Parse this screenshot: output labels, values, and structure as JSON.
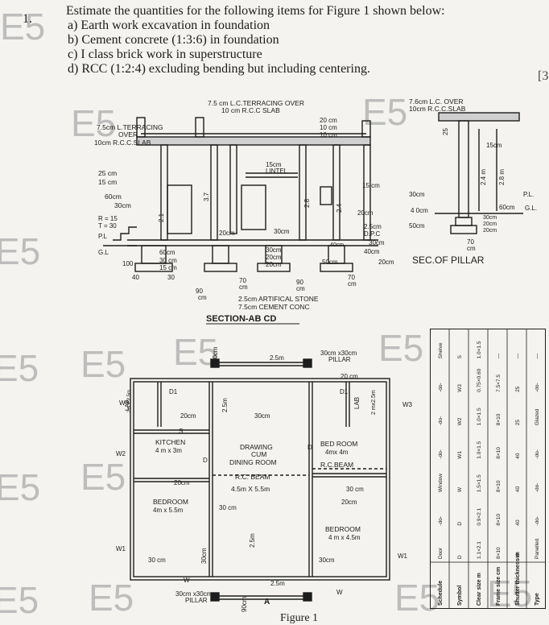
{
  "question": {
    "number": "1.",
    "stem": "Estimate the quantities for the following items for Figure 1 shown below:",
    "items": [
      "a) Earth work excavation in foundation",
      "b) Cement concrete (1:3:6) in foundation",
      "c) I class brick work in superstructure",
      "d) RCC (1:2:4) excluding bending but including centering."
    ],
    "bracket": "[3"
  },
  "watermark": "E5",
  "section": {
    "title": "SECTION-AB CD",
    "roof_note_1": "7.5 cm L.C.TERRACING OVER",
    "roof_note_2": "10 cm R.C.C SLAB",
    "left_note_1": "7.5cm L.TERRACING",
    "left_note_2": "OVER",
    "left_note_3": "10cm R.C.C.SLAB",
    "d20": "20 cm",
    "d10a": "10 cm",
    "d10b": "10 cm",
    "lintel_1": "15cm",
    "lintel_2": "LINTEL",
    "d25": "25 cm",
    "d15": "15 cm",
    "d60": "60cm",
    "d30": "30cm",
    "r15": "R = 15",
    "t30": "T = 30",
    "pl": "P.L",
    "gl": "G.L",
    "h37": "3.7",
    "h21": "2.1",
    "h28": "2.8",
    "h24": "2.4",
    "d15r": "15 cm",
    "d20r": "20cm",
    "d25r": "2.5cm",
    "dpc": "D.P.C",
    "d30r": "30cm",
    "d40r": "40cm",
    "d20b": "20cm",
    "d50": "50cm",
    "d40c": "40cm",
    "f60": "60cm",
    "f30": "30 cm",
    "f15": "15 cm",
    "f100": "100",
    "f40": "40",
    "f30b": "30",
    "b90a": "90",
    "b70a": "70",
    "b90b": "90",
    "b70b": "70",
    "cm": "cm",
    "stone": "2.5cm ARTIFICAL STONE",
    "conc": "7.5cm CEMENT CONC",
    "d20m": "20cm",
    "d30m": "30cm",
    "d30n": "30cm",
    "d20n": "20cm",
    "d20o": "20cm"
  },
  "pillar": {
    "title": "SEC.OF PILLAR",
    "note_1": "7.6cm L.C. OVER",
    "note_2": "10cm R.C.C.SLAB",
    "d25": "25",
    "d15": "15cm",
    "h24": "2.4 m",
    "h28": "2.8 m",
    "d30": "30cm",
    "d40": "4 0cm",
    "d50": "50cm",
    "pl": "P.L.",
    "gl": "G.L.",
    "d60": "60cm",
    "f30": "30cm",
    "f20a": "20cm",
    "f20b": "20cm",
    "f70": "70",
    "cm": "cm"
  },
  "plan": {
    "d90": "90cm",
    "d25m": "2.5m",
    "pillar_top_1": "30cm x30cm",
    "pillar_top_2": "PILLAR",
    "d20cm": "20 cm",
    "lab_left": "LAB.",
    "lab_left_size": "2m x 2.5m",
    "d20a": "20cm",
    "d30a": "30cm",
    "d25b": "2.5m",
    "kitchen": "KITCHEN",
    "kitchen_size": "4 m x 3m",
    "drawing_1": "DRAWING",
    "drawing_2": "CUM",
    "drawing_3": "DINING ROOM",
    "beam_1": "R.C. BEAM",
    "dining_size": "4.5m X 5.5m",
    "bed1": "BED ROOM",
    "bed1_size": "4mx 4m",
    "beam_2": "R.C.BEAM",
    "lab_right": "LAB",
    "lab_right_size": "2 mx2.5m",
    "d20b": "20cm",
    "bed2": "BEDROOM",
    "bed2_size": "4m x 5.5m",
    "d30b": "30 cm",
    "d30c": "30 cm",
    "d20c": "20cm",
    "bed3": "BEDROOM",
    "bed3_size": "4 m x 4.5m",
    "d30d": "30 cm",
    "d30e": "30cm",
    "d30f": "30cm",
    "d25c": "2.5m",
    "d90b": "90cm",
    "d25d": "2.5m",
    "pillar_bot_1": "30cm x30cm",
    "pillar_bot_2": "PILLAR",
    "a": "A",
    "d": "D",
    "w": "W",
    "w1": "W1",
    "w2": "W2",
    "w3": "W3",
    "d1": "D1",
    "s": "S"
  },
  "schedule": {
    "headers": [
      "Schedule",
      "Symbol",
      "Clear size m",
      "Frame size cm",
      "Shutter thickness m",
      "Type"
    ],
    "rows": [
      [
        "Door",
        "D",
        "1.1×2.1",
        "8×10",
        "40",
        "Panelled"
      ],
      [
        "-do-",
        "D",
        "0.9×2.1",
        "8×10",
        "40",
        "-do-"
      ],
      [
        "Window",
        "W",
        "1.5×1.5",
        "8×10",
        "40",
        "-do-"
      ],
      [
        "-do-",
        "W1",
        "1.0×1.5",
        "8×10",
        "40",
        "-do-"
      ],
      [
        "-do-",
        "W2",
        "1.0×1.5",
        "8×10",
        "25",
        "Glazed"
      ],
      [
        "-do-",
        "W3",
        "0.75×0.60",
        "7.5×7.5",
        "25",
        "-do-"
      ],
      [
        "Shelve",
        "S",
        "1.0×1.5",
        "—",
        "—",
        "—"
      ]
    ]
  },
  "caption": "Figure 1"
}
